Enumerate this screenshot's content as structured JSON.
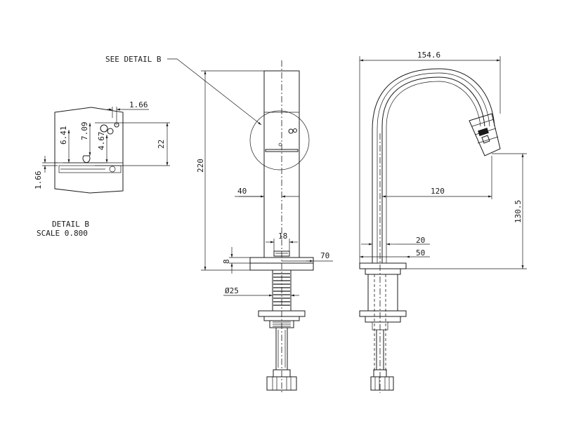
{
  "detail_b": {
    "title": "DETAIL B",
    "scale": "SCALE 0.800",
    "dims": {
      "top_offset": "1.66",
      "hole_1": "7.09",
      "hole_2": "6.41",
      "hole_3": "4.67",
      "height": "22",
      "bottom_offset": "1.66"
    }
  },
  "front_view": {
    "callout": "SEE DETAIL B",
    "dims": {
      "overall_height": "220",
      "body_width": "40",
      "sensor_width": "18",
      "base_height": "8",
      "base_width": "70",
      "thread_dia": "Ø25"
    }
  },
  "side_view": {
    "dims": {
      "overall_reach": "154.6",
      "spout_reach": "120",
      "spout_height": "130.5",
      "tube_dia": "20",
      "base_width": "50"
    }
  }
}
